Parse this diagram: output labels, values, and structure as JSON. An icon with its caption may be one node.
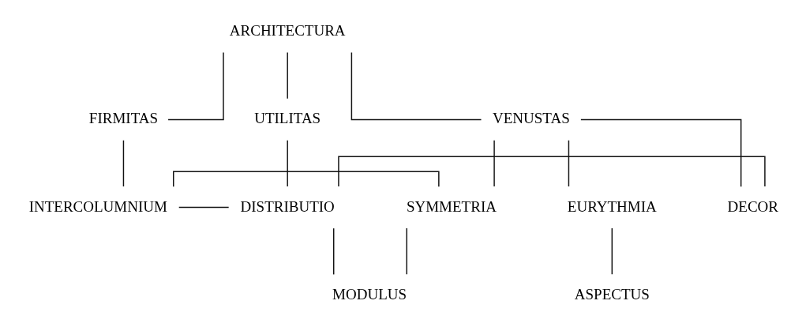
{
  "diagram": {
    "nodes": [
      {
        "text": [
          "ARCHITECTURA"
        ]
      },
      {
        "text": [
          "FIRMITAS"
        ]
      },
      {
        "text": [
          "UTILITAS"
        ]
      },
      {
        "text": [
          "VENUSTAS"
        ]
      },
      {
        "text": [
          "SYMMETRIA"
        ]
      },
      {
        "text": [
          "EURYTHMIA"
        ]
      },
      {
        "text": [
          "DECOR"
        ]
      },
      {
        "text": [
          "INTERCOLUMNIUM"
        ]
      },
      {
        "text": [
          "MODULUS"
        ]
      },
      {
        "text": [
          "ASPECTUS"
        ]
      },
      {
        "text": [
          "DISTRIBUTIO"
        ]
      }
    ],
    "edges": [
      {
        "from": 0,
        "to": 1,
        "arrow": "none"
      },
      {
        "from": 0,
        "to": 2,
        "arrow": "none"
      },
      {
        "from": 0,
        "to": 3,
        "arrow": "none"
      },
      {
        "from": 3,
        "to": 4,
        "arrow": "none"
      },
      {
        "from": 3,
        "to": 5,
        "arrow": "none"
      },
      {
        "from": 3,
        "to": 6,
        "arrow": "none"
      },
      {
        "from": 4,
        "to": 7,
        "arrow": "none"
      },
      {
        "from": 4,
        "to": 8,
        "arrow": "none"
      },
      {
        "from": 5,
        "to": 9,
        "arrow": "none"
      },
      {
        "from": 6,
        "to": 10,
        "arrow": "none"
      },
      {
        "from": 1,
        "to": 7,
        "arrow": "none"
      },
      {
        "from": 7,
        "to": 10,
        "arrow": "none"
      },
      {
        "from": 8,
        "to": 10,
        "arrow": "none"
      },
      {
        "from": 2,
        "to": 10,
        "arrow": "none"
      }
    ]
  }
}
